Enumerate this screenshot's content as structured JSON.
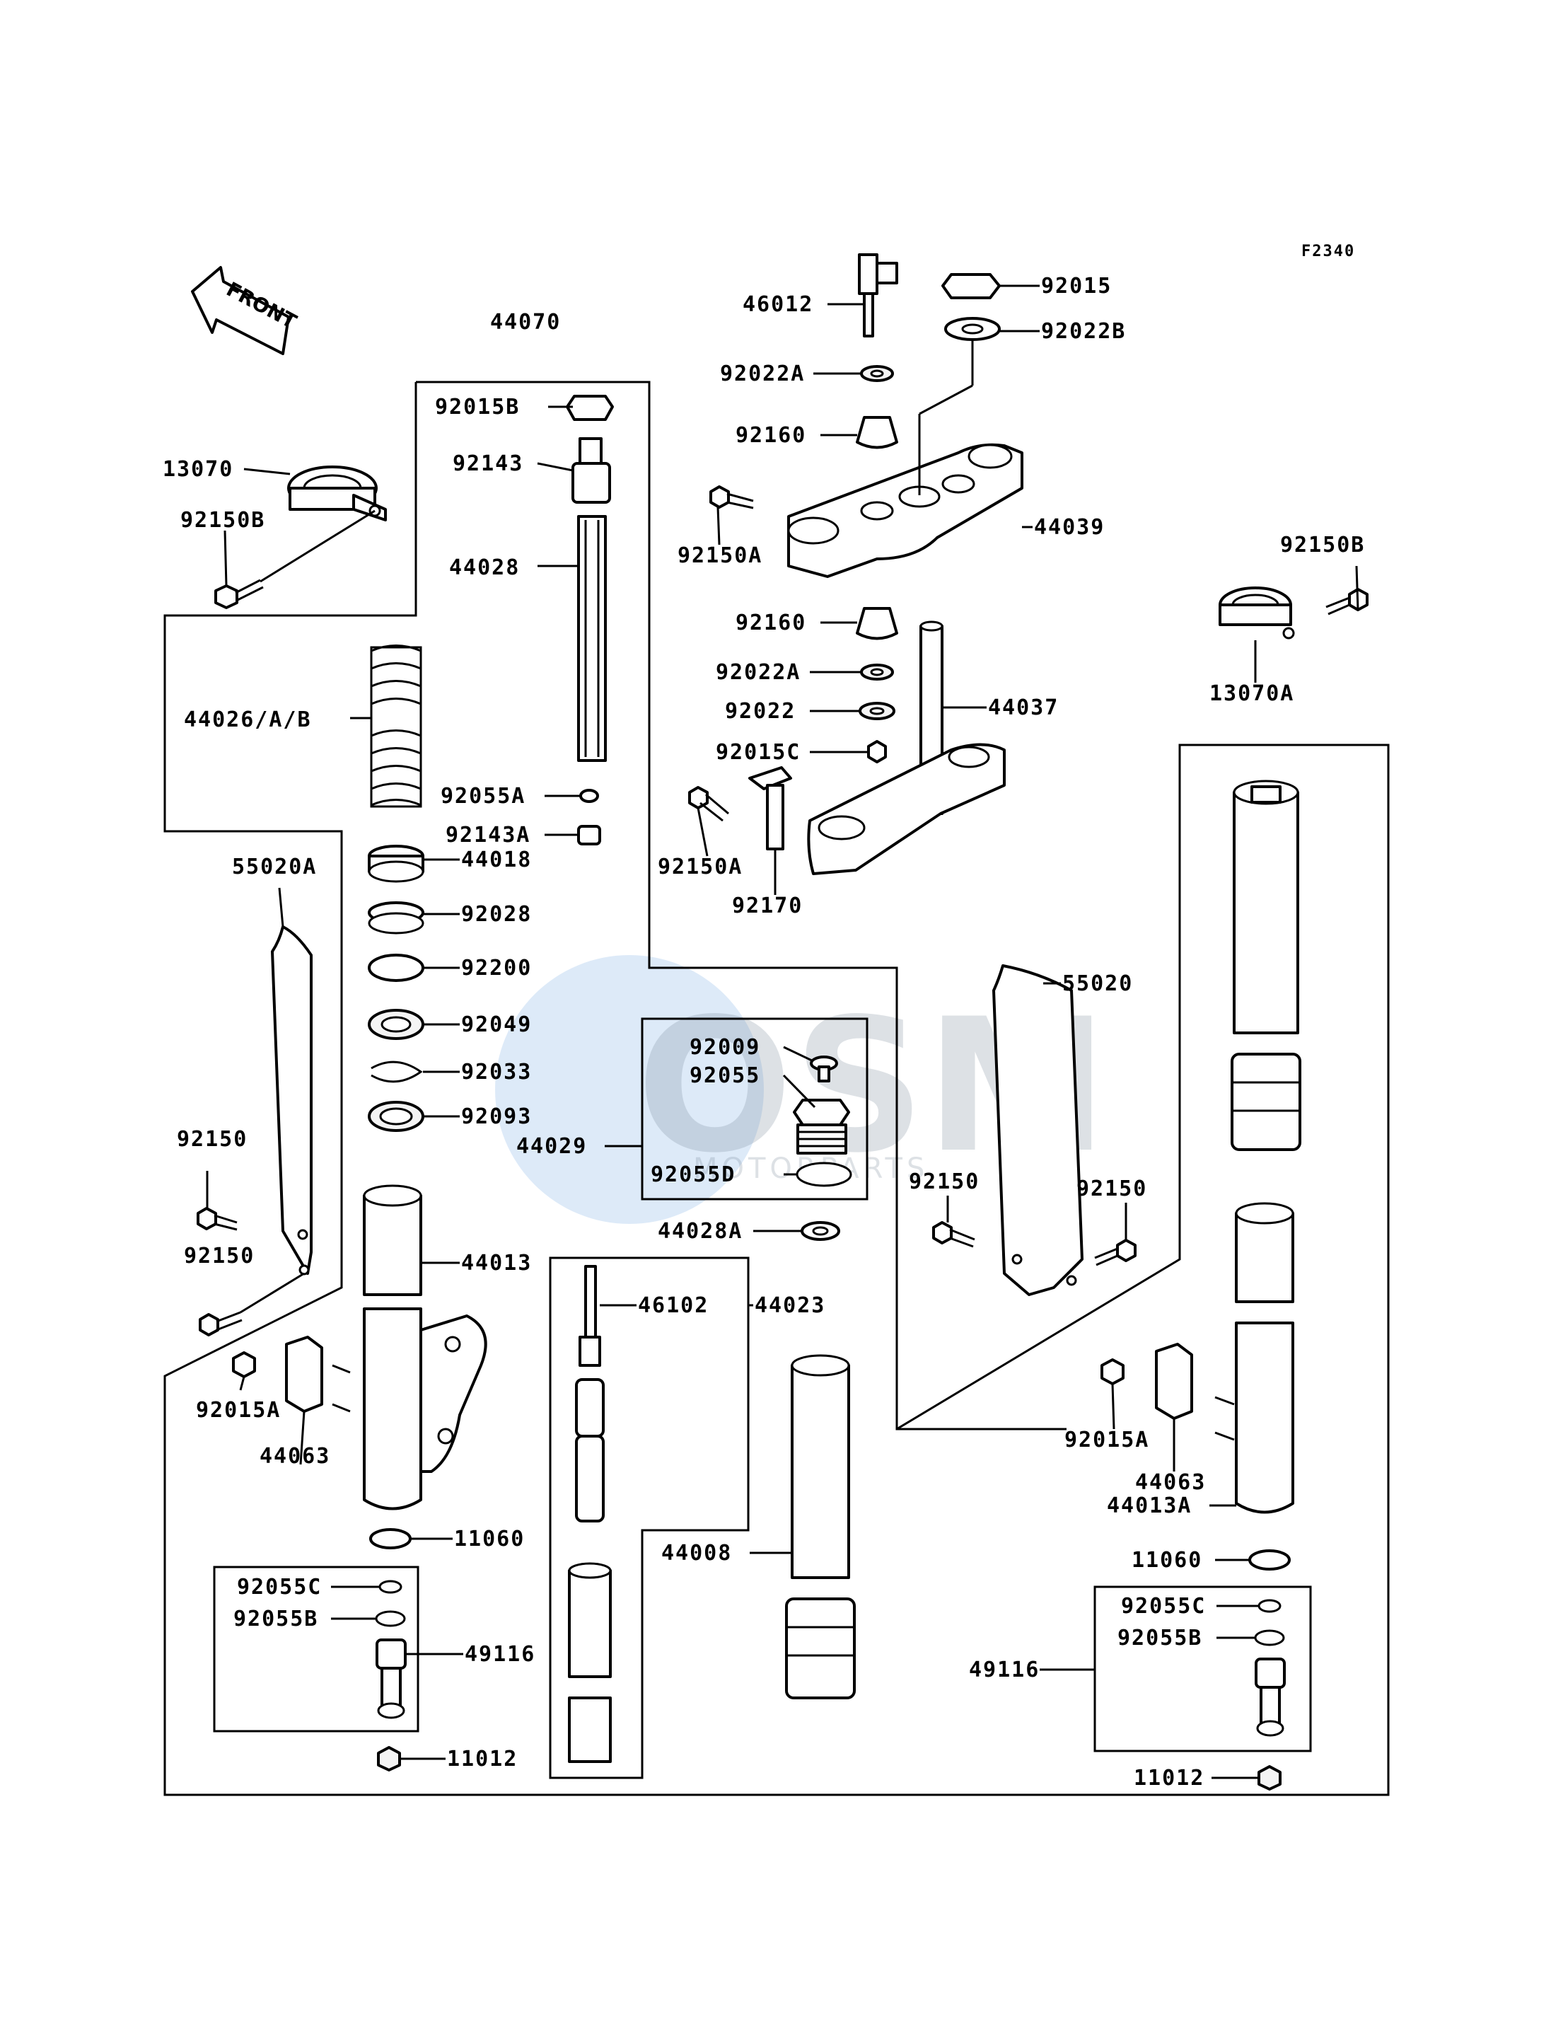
{
  "figure_code": "F2340",
  "front_label": "FRONT",
  "watermark": {
    "logo_text": "OSM",
    "sub_text": "MOTORPARTS"
  },
  "labels": {
    "p44070": "44070",
    "p92015B": "92015B",
    "p92143": "92143",
    "p44028": "44028",
    "p44026": "44026/A/B",
    "p92055A": "92055A",
    "p92143A": "92143A",
    "p44018": "44018",
    "p92028": "92028",
    "p92200": "92200",
    "p92049": "92049",
    "p92033": "92033",
    "p92093": "92093",
    "p44013": "44013",
    "p13070": "13070",
    "p92150B_left": "92150B",
    "p55020A": "55020A",
    "p92150_left1": "92150",
    "p92150_left2": "92150",
    "p92015A_left": "92015A",
    "p44063_left": "44063",
    "p11060_left": "11060",
    "p92055C_left": "92055C",
    "p92055B_left": "92055B",
    "p49116_left": "49116",
    "p11012_left": "11012",
    "p46012": "46012",
    "p92015": "92015",
    "p92022B": "92022B",
    "p92022A_top": "92022A",
    "p92160_top": "92160",
    "p92150A_top": "92150A",
    "p44039": "44039",
    "p92160_mid": "92160",
    "p92022A_mid": "92022A",
    "p92022": "92022",
    "p92015C": "92015C",
    "p44037": "44037",
    "p92150A_mid": "92150A",
    "p92170": "92170",
    "p92150B_right": "92150B",
    "p13070A": "13070A",
    "p92009": "92009",
    "p92055": "92055",
    "p44029": "44029",
    "p92055D": "92055D",
    "p44028A": "44028A",
    "p46102": "46102",
    "p44023": "44023",
    "p44008": "44008",
    "p55020": "55020",
    "p92150_right1": "92150",
    "p92150_right2": "92150",
    "p92015A_right": "92015A",
    "p44063_right": "44063",
    "p44013A": "44013A",
    "p11060_right": "11060",
    "p92055C_right": "92055C",
    "p92055B_right": "92055B",
    "p49116_right": "49116",
    "p11012_right": "11012"
  }
}
